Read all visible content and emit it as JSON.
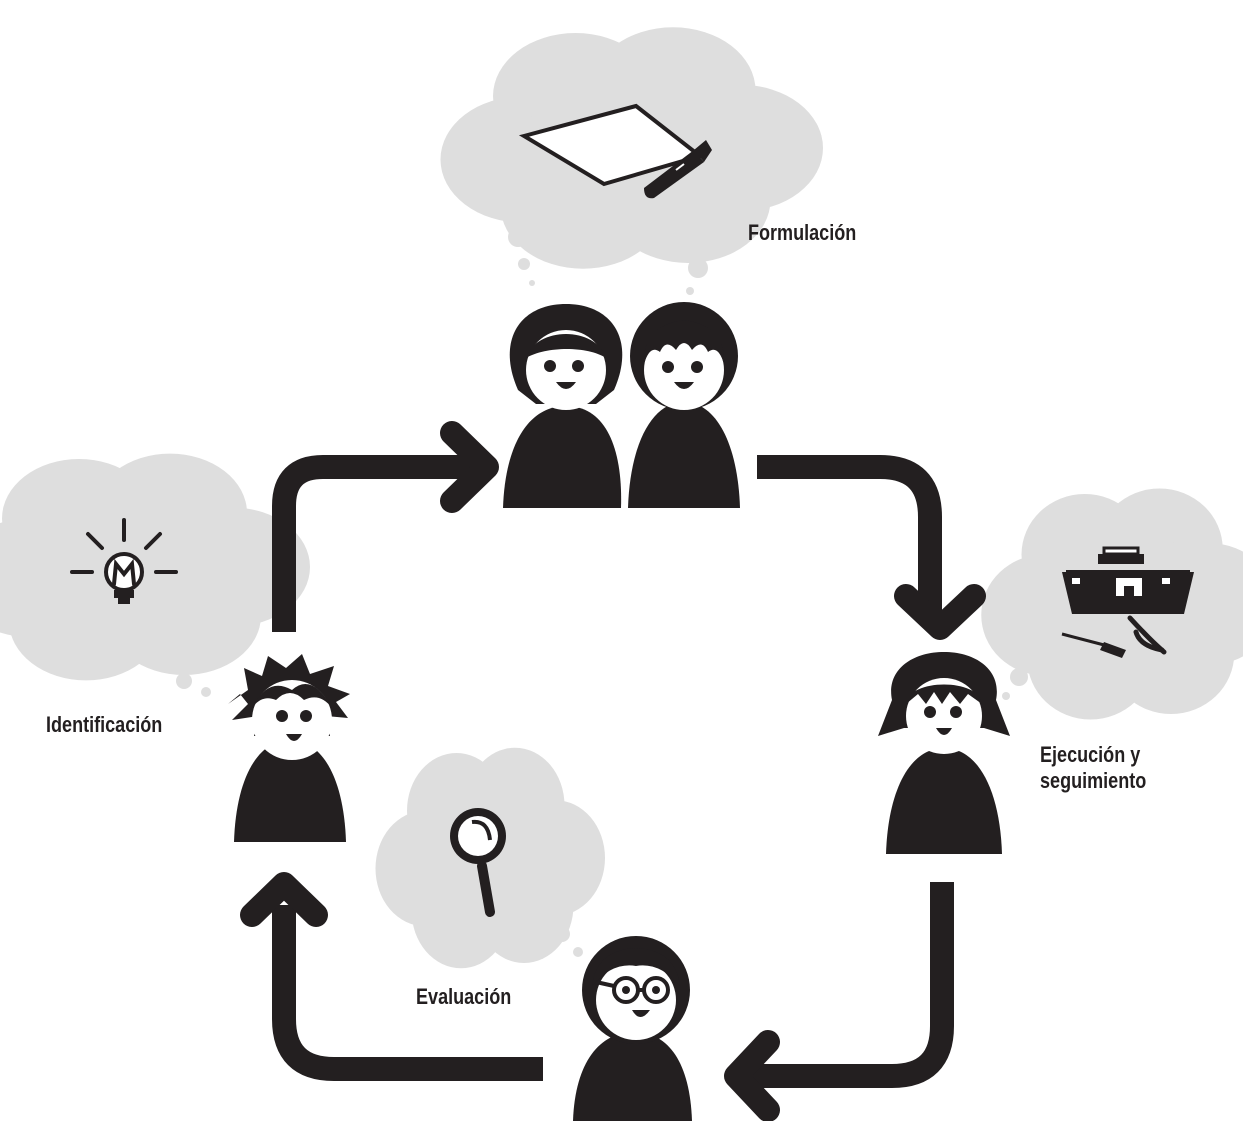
{
  "colors": {
    "ink": "#231f20",
    "cloud": "#dedede",
    "background": "#ffffff"
  },
  "stages": {
    "formulacion": {
      "label": "Formulación",
      "icon": "paper-and-pen-icon"
    },
    "ejecucion": {
      "label": "Ejecución y seguimiento",
      "icon": "toolbox-icon"
    },
    "evaluacion": {
      "label": "Evaluación",
      "icon": "magnifying-glass-icon"
    },
    "identificacion": {
      "label": "Identificación",
      "icon": "lightbulb-icon"
    }
  }
}
